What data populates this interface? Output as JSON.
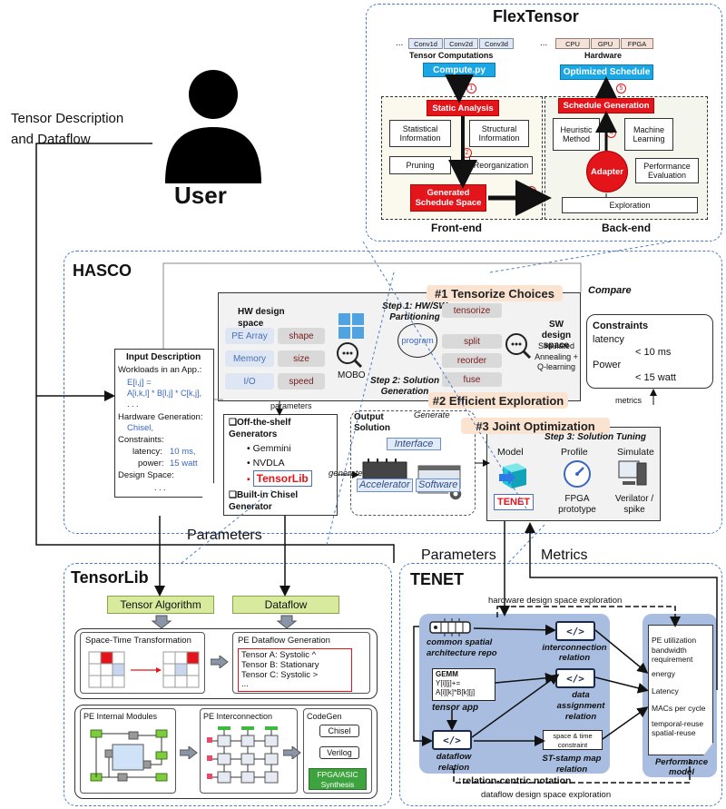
{
  "user": {
    "input_label_line1": "Tensor Description",
    "input_label_line2": "and Dataflow",
    "name": "User"
  },
  "flextensor": {
    "title": "FlexTensor",
    "ops": [
      "Conv1d",
      "Conv2d",
      "Conv3d"
    ],
    "tensor_computations": "Tensor Computations",
    "compute_py": "Compute.py",
    "hw_chips": [
      "CPU",
      "GPU",
      "FPGA"
    ],
    "hardware": "Hardware",
    "optimized_schedule": "Optimized Schedule",
    "static_analysis": "Static Analysis",
    "statistical_info": "Statistical Information",
    "structural_info": "Structural Information",
    "pruning": "Pruning",
    "reorganization": "Reorganization",
    "generated_schedule_space": "Generated Schedule Space",
    "front_end": "Front-end",
    "schedule_generation": "Schedule Generation",
    "heuristic_method": "Heuristic Method",
    "machine_learning": "Machine Learning",
    "adapter": "Adapter",
    "performance_evaluation": "Performance Evaluation",
    "exploration": "Exploration",
    "back_end": "Back-end",
    "steps": [
      "1",
      "2",
      "3",
      "4",
      "5"
    ],
    "dots": "..."
  },
  "hasco": {
    "title": "HASCO",
    "input_desc": {
      "heading": "Input Description",
      "workloads": "Workloads in an App.:",
      "eq1": "E[i,j] =",
      "eq2": "A[i,k,l] * B[l,j] * C[k,j],",
      "dots1": ". . .",
      "hw_gen": "Hardware Generation:",
      "chisel": "Chisel,",
      "constraints": "Constraints:",
      "latency_label": "latency:",
      "latency_val": "10 ms,",
      "power_label": "power:",
      "power_val": "15 watt",
      "design_space": "Design Space:",
      "dots2": ". . ."
    },
    "hw_space_title": "HW design space",
    "hw_rows": [
      {
        "left": "PE Array",
        "right": "shape"
      },
      {
        "left": "Memory",
        "right": "size"
      },
      {
        "left": "I/O",
        "right": "speed"
      }
    ],
    "mobo": "MOBO",
    "step1": "Step 1: HW/SW Partitioning",
    "step2": "Step 2: Solution Generation",
    "step3": "Step 3: Solution Tuning",
    "tensorize_choices": "#1 Tensorize Choices",
    "efficient_exploration": "#2 Efficient Exploration",
    "joint_optimization": "#3 Joint Optimization",
    "compare": "Compare",
    "program": "program",
    "sw_ops": [
      "tensorize",
      "split",
      "reorder",
      "fuse"
    ],
    "sw_space_title": "SW design space",
    "sw_methods": "Simulated Annealing + Q-learning",
    "constraints_box": {
      "heading": "Constraints",
      "latency": "latency",
      "latency_val": "< 10 ms",
      "power": "Power",
      "power_val": "< 15 watt"
    },
    "metrics": "metrics",
    "parameters": "parameters",
    "generators": {
      "off_shelf": "❑Off-the-shelf Generators",
      "items": [
        "Gemmini",
        "NVDLA"
      ],
      "tensorlib": "TensorLib",
      "built_in": "❑Built-in Chisel Generator"
    },
    "output_solution": "Output Solution",
    "generate_top": "Generate",
    "generate_left": "generate",
    "interface": "Interface",
    "accelerator": "Accelerator",
    "software": "Software",
    "tuning_cols": [
      "Model",
      "Profile",
      "Simulate"
    ],
    "tenet_chip": "TENET",
    "fpga_proto": "FPGA prototype",
    "verilator": "Verilator / spike"
  },
  "flows": {
    "parameters_left": "Parameters",
    "parameters_right": "Parameters",
    "metrics": "Metrics"
  },
  "tensorlib": {
    "title": "TensorLib",
    "tensor_algorithm": "Tensor Algorithm",
    "dataflow": "Dataflow",
    "space_time": "Space-Time Transformation",
    "pe_dataflow_gen": "PE Dataflow Generation",
    "tensor_lines": [
      "Tensor A: Systolic ^",
      "Tensor B: Stationary",
      "Tensor C: Systolic >",
      "..."
    ],
    "pe_internal": "PE Internal Modules",
    "pe_interconnect": "PE Interconnection",
    "codegen": "CodeGen",
    "chisel": "Chisel",
    "verilog": "Verilog",
    "fpga_asic": "FPGA/ASIC Synthesis"
  },
  "tenet": {
    "title": "TENET",
    "hw_dse": "hardware design space exploration",
    "common_spatial": "common spatial architecture repo",
    "gemm_title": "GEMM",
    "gemm_eq1": "Y[i][j]+=",
    "gemm_eq2": "A[i][k]*B[k][j]",
    "tensor_app": "tensor app",
    "interconnection": "interconnection relation",
    "data_assignment": "data assignment relation",
    "dataflow_rel": "dataflow relation",
    "space_time_constraint": "space & time constraint",
    "st_stamp": "ST-stamp map relation",
    "relation_centric": "relation-centric notation",
    "dataflow_dse": "dataflow design space exploration",
    "perf_items": [
      "PE utilization",
      "bandwidth requirement",
      "energy",
      "Latency",
      "MACs per cycle",
      "temporal-reuse spatial-reuse"
    ],
    "perf_model": "Performance model",
    "code_glyph": "</>"
  },
  "colors": {
    "panel_border": "#4a7cc9",
    "red": "#e4141b",
    "blue": "#1aa7e6",
    "green": "#d7ea9e",
    "tenet_bg": "#a9bde0"
  }
}
